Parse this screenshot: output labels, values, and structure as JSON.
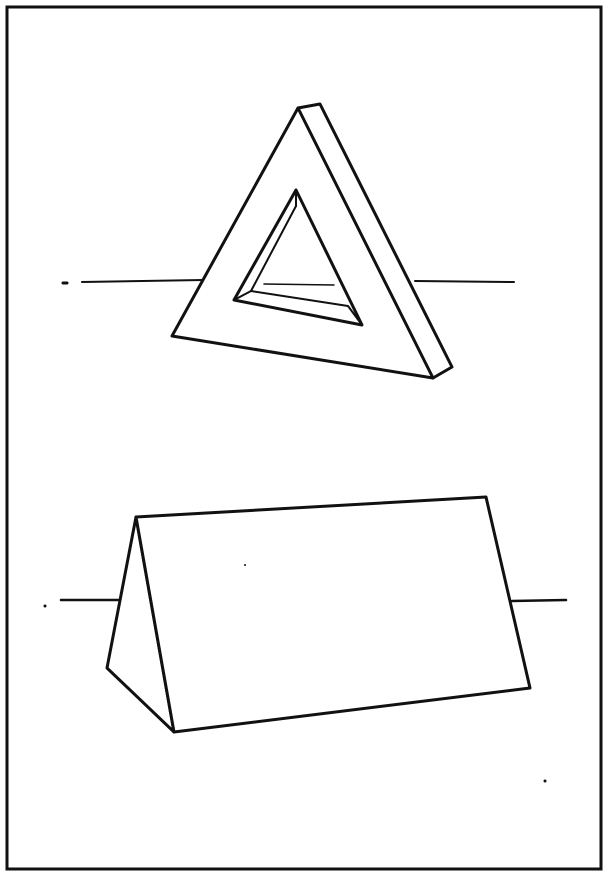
{
  "figure": {
    "background_color": "#ffffff",
    "ink_color": "#111111",
    "panels": [
      {
        "id": "top-panel",
        "subject": "triangular-frame",
        "has_horizon_line": true
      },
      {
        "id": "bottom-panel",
        "subject": "triangular-prism",
        "has_horizon_line": true
      }
    ]
  }
}
